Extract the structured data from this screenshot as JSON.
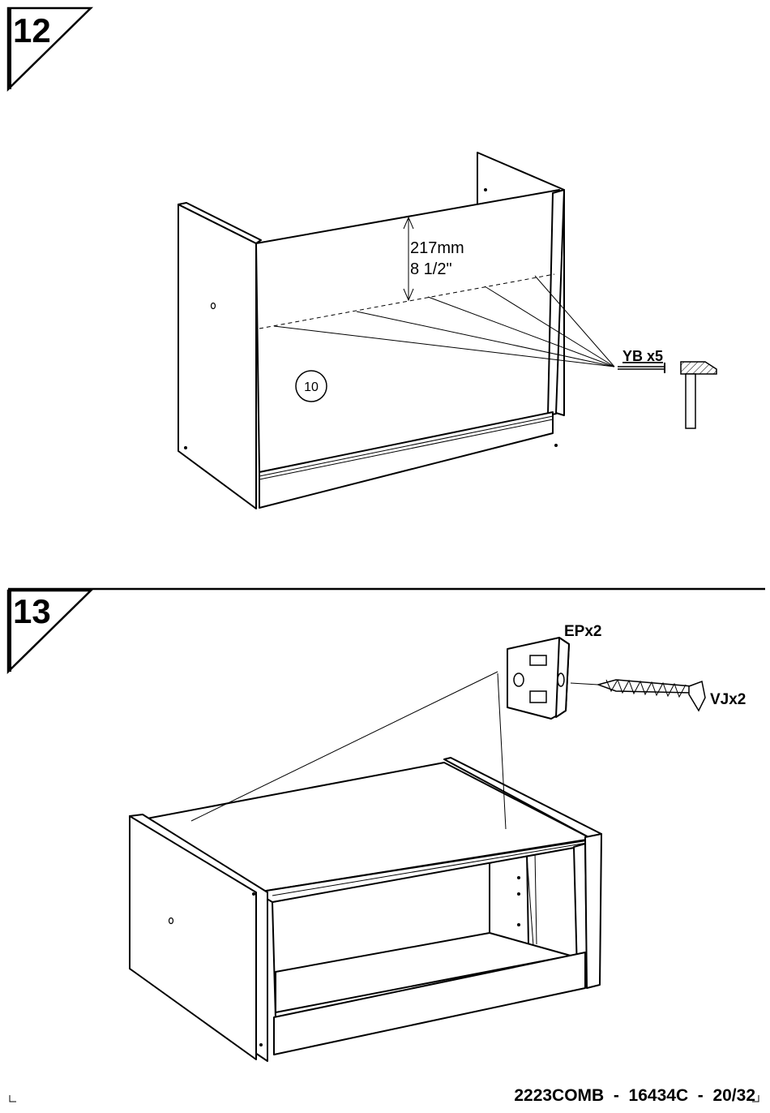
{
  "steps": [
    {
      "number": "12",
      "measure_mm": "217mm",
      "measure_in": "8  1/2\"",
      "part_number": "10",
      "hardware_label": "YB x5"
    },
    {
      "number": "13",
      "hardware_label_1": "EPx2",
      "hardware_label_2": "VJx2"
    }
  ],
  "footer": {
    "code": "2223COMB  -  16434C  -  20/32"
  }
}
